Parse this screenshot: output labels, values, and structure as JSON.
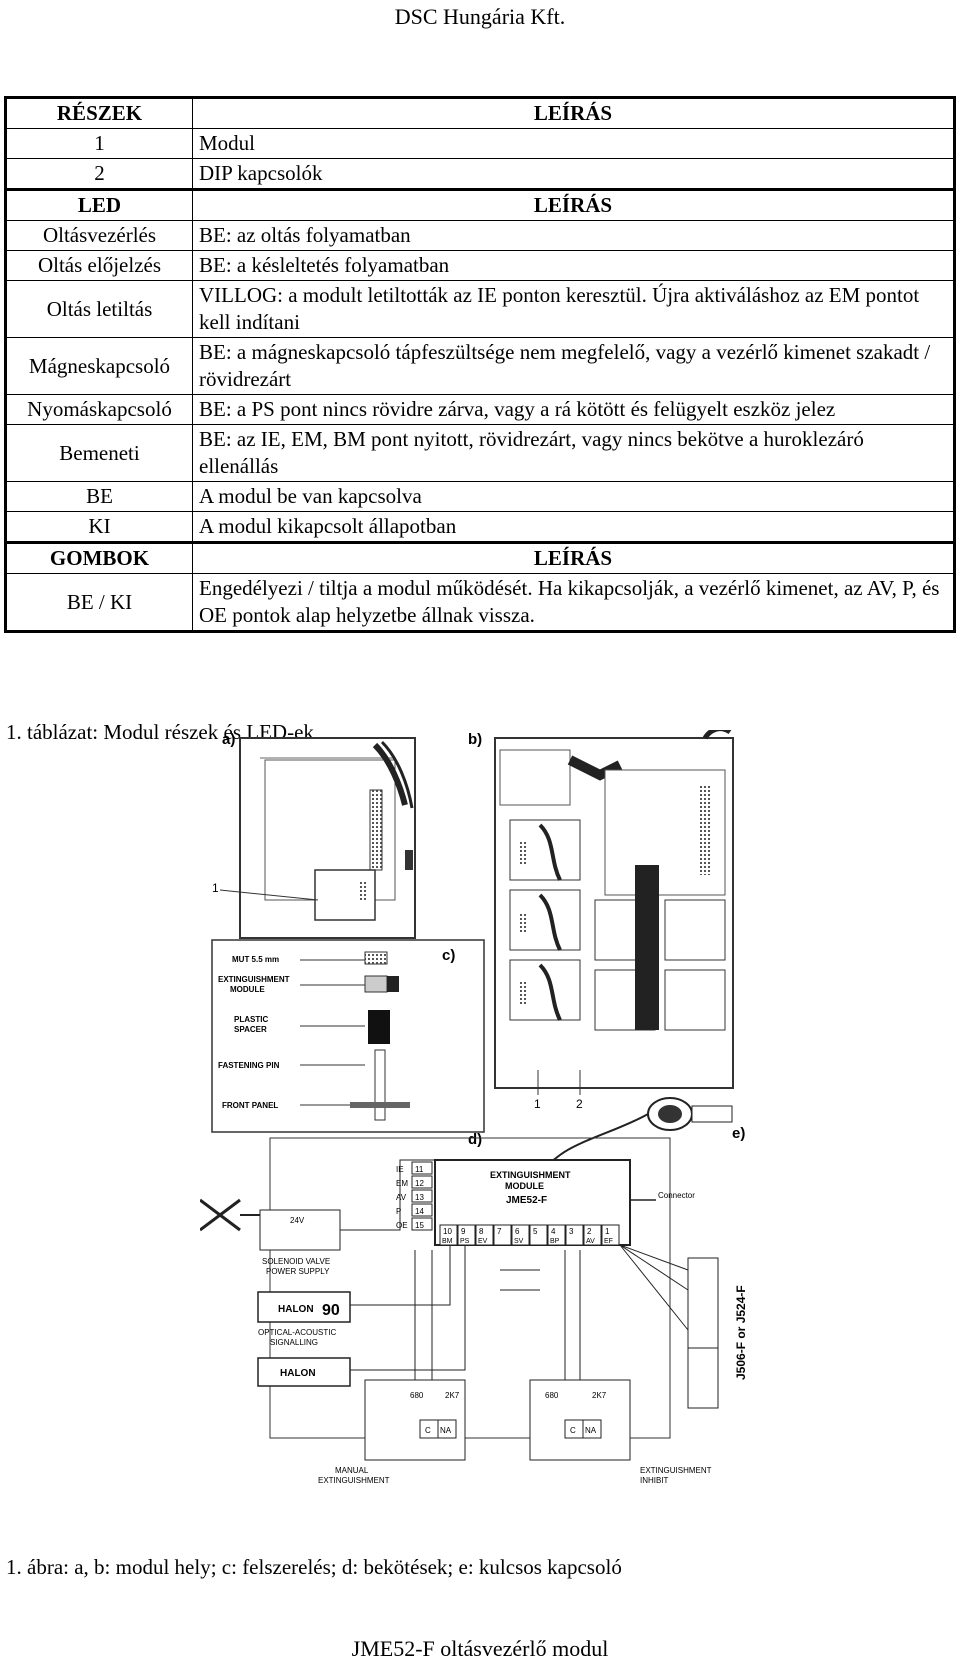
{
  "header": {
    "company": "DSC Hungária Kft."
  },
  "footer": {
    "doc_title": "JME52-F oltásvezérlő modul"
  },
  "table": {
    "parts_header": {
      "col1": "RÉSZEK",
      "col2": "LEÍRÁS"
    },
    "parts": [
      {
        "part": "1",
        "desc": "Modul"
      },
      {
        "part": "2",
        "desc": "DIP kapcsolók"
      }
    ],
    "led_header": {
      "col1": "LED",
      "col2": "LEÍRÁS"
    },
    "leds": [
      {
        "name": "Oltásvezérlés",
        "desc": "BE: az oltás folyamatban"
      },
      {
        "name": "Oltás előjelzés",
        "desc": "BE: a késleltetés folyamatban"
      },
      {
        "name": "Oltás letiltás",
        "desc": "VILLOG: a modult letiltották az IE ponton keresztül. Újra aktiváláshoz az EM pontot kell indítani"
      },
      {
        "name": "Mágneskapcsoló",
        "desc": "BE: a mágneskapcsoló tápfeszültsége nem megfelelő, vagy a vezérlő kimenet szakadt / rövidrezárt"
      },
      {
        "name": "Nyomáskapcsoló",
        "desc": "BE: a PS pont nincs rövidre zárva, vagy a rá kötött és felügyelt eszköz jelez"
      },
      {
        "name": "Bemeneti",
        "desc": "BE: az IE, EM, BM pont nyitott,  rövidrezárt, vagy nincs bekötve a huroklezáró ellenállás"
      },
      {
        "name": "BE",
        "desc": "A modul be van kapcsolva"
      },
      {
        "name": "KI",
        "desc": "A modul kikapcsolt állapotban"
      }
    ],
    "buttons_header": {
      "col1": "GOMBOK",
      "col2": "LEÍRÁS"
    },
    "buttons": [
      {
        "name": "BE / KI",
        "desc": "Engedélyezi / tiltja a modul működését. Ha kikapcsolják, a vezérlő kimenet, az AV, P, és OE pontok alap helyzetbe állnak vissza."
      }
    ]
  },
  "table_caption": "1. táblázat: Modul részek és LED-ek",
  "figure": {
    "panel_labels": {
      "a": "a)",
      "b": "b)",
      "c": "c)",
      "d": "d)",
      "e": "e)"
    },
    "callouts": {
      "one": "1",
      "two": "2"
    },
    "mount_labels": {
      "mut": "MUT 5.5 mm",
      "module_1": "EXTINGUISHMENT",
      "module_2": "MODULE",
      "spacer_1": "PLASTIC",
      "spacer_2": "SPACER",
      "pin": "FASTENING PIN",
      "panel": "FRONT PANEL"
    },
    "wiring_labels": {
      "module_1": "EXTINGUISHMENT",
      "module_2": "MODULE",
      "model": "JME52-F",
      "connector": "Connector",
      "voltage": "24V",
      "solenoid_1": "SOLENOID VALVE",
      "solenoid_2": "POWER SUPPLY",
      "halon": "HALON",
      "ninety": "90",
      "optical_1": "OPTICAL-ACOUSTIC",
      "optical_2": "SIGNALLING",
      "manual_1": "MANUAL",
      "manual_2": "EXTINGUISHMENT",
      "inhibit_1": "EXTINGUISHMENT",
      "inhibit_2": "INHIBIT",
      "bus_vertical": "J506-F or J524-F",
      "left_terms": [
        "IE",
        "EM",
        "AV",
        "P",
        "OE"
      ],
      "left_nums": [
        "11",
        "12",
        "13",
        "14",
        "15"
      ],
      "bottom_nums": [
        "10",
        "9",
        "8",
        "7",
        "6",
        "5",
        "4",
        "3",
        "2",
        "1"
      ],
      "bottom_terms": [
        "BM",
        "PS",
        "EV",
        "",
        "SV",
        "",
        "BP",
        "",
        "AV",
        "EF"
      ],
      "resistor_1": "2K7",
      "resistor_2": "680",
      "contact_c": "C",
      "contact_na": "NA"
    }
  },
  "figure_caption": "1. ábra: a, b: modul hely;  c: felszerelés;  d: bekötések;  e: kulcsos kapcsoló"
}
